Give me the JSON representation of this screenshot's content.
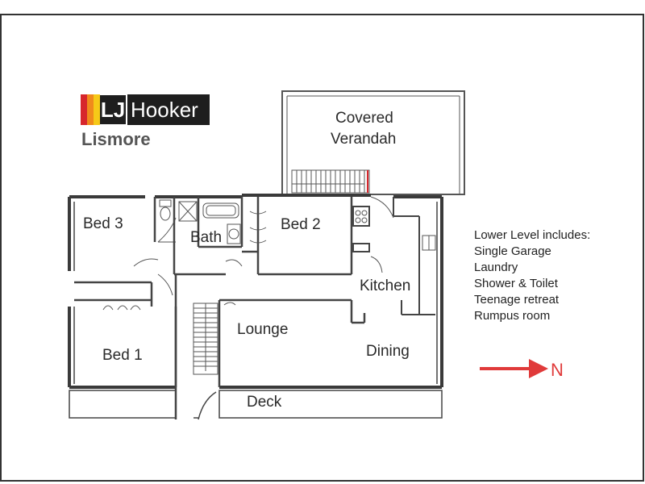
{
  "brand": {
    "name_left": "LJ",
    "name_right": "Hooker",
    "location": "Lismore",
    "colors": {
      "bar_red": "#d7262c",
      "bar_orange": "#f08a1c",
      "bar_yellow": "#f6c918",
      "dark": "#1e1e1e"
    }
  },
  "rooms": {
    "covered_verandah_line1": "Covered",
    "covered_verandah_line2": "Verandah",
    "bed3": "Bed 3",
    "bath": "Bath",
    "bed2": "Bed 2",
    "kitchen": "Kitchen",
    "lounge": "Lounge",
    "dining": "Dining",
    "bed1": "Bed 1",
    "deck": "Deck"
  },
  "notes": {
    "heading": "Lower Level  includes:",
    "items": [
      "Single Garage",
      "Laundry",
      "Shower & Toilet",
      "Teenage retreat",
      "Rumpus room"
    ]
  },
  "compass": {
    "label": "N",
    "color": "#e03a3a",
    "direction": "east"
  }
}
